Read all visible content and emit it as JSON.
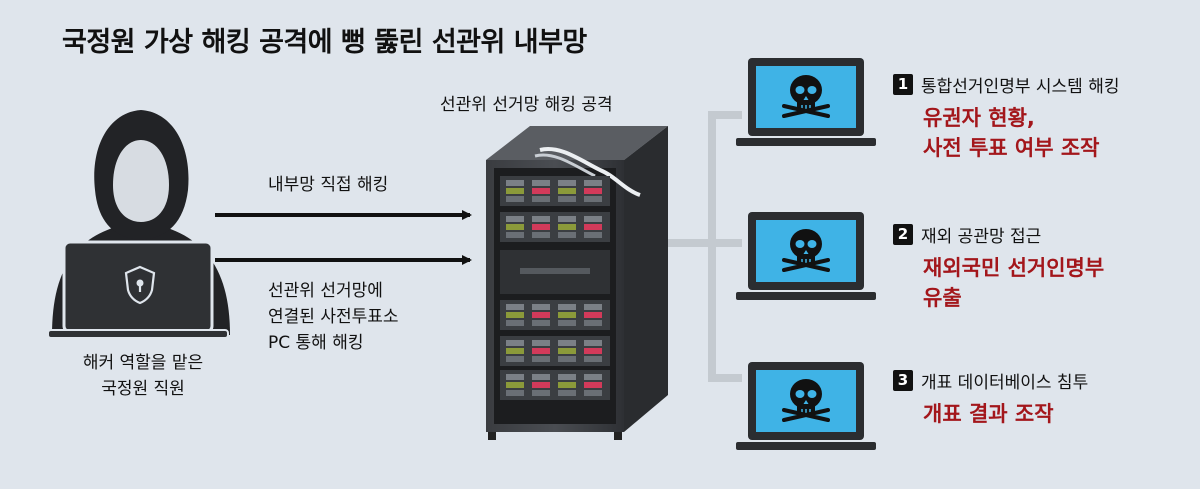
{
  "title": "국정원 가상 해킹 공격에 뻥 뚫린 선관위 내부망",
  "server_caption": "선관위 선거망 해킹 공격",
  "arrows": [
    {
      "lines": [
        "내부망 직접 해킹"
      ]
    },
    {
      "lines": [
        "선관위 선거망에",
        "연결된 사전투표소",
        "PC 통해 해킹"
      ]
    }
  ],
  "hacker_caption": [
    "해커 역할을 맡은",
    "국정원 직원"
  ],
  "targets": [
    {
      "number": "1",
      "label": "통합선거인명부 시스템 해킹",
      "detail": [
        "유권자 현황,",
        "사전 투표 여부 조작"
      ]
    },
    {
      "number": "2",
      "label": "재외 공관망 접근",
      "detail": [
        "재외국민 선거인명부",
        "유출"
      ]
    },
    {
      "number": "3",
      "label": "개표 데이터베이스 침투",
      "detail": [
        "개표 결과 조작"
      ]
    }
  ],
  "icons": [
    "hooded-hacker-icon",
    "shield-lock-icon",
    "server-rack-icon",
    "laptop-icon",
    "skull-icon"
  ],
  "colors": {
    "background": "#dfe5ec",
    "dark": "#2b2d30",
    "screen": "#3fb3e6",
    "accent_red": "#a3161b",
    "connector": "#c4cad0"
  }
}
